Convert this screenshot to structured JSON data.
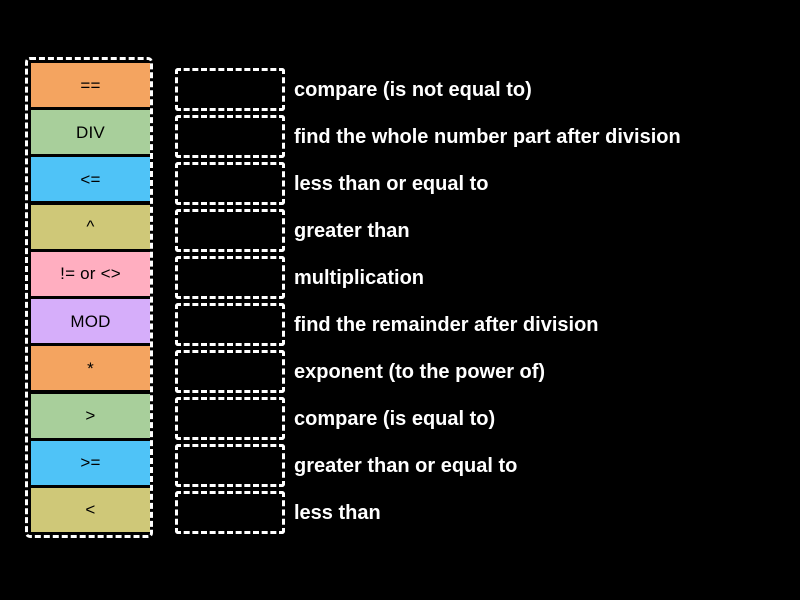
{
  "background_color": "#000000",
  "tile_stack": {
    "name": "draggable-answer-tiles",
    "border_color": "#ffffff",
    "tiles": [
      {
        "label": "==",
        "color": "#f4a460"
      },
      {
        "label": "DIV",
        "color": "#a8cf9b"
      },
      {
        "label": "<=",
        "color": "#4fc3f7"
      },
      {
        "label": "^",
        "color": "#cfc878"
      },
      {
        "label": "!= or <>",
        "color": "#ffaec0"
      },
      {
        "label": "MOD",
        "color": "#d6aefa"
      },
      {
        "label": "*",
        "color": "#f4a460"
      },
      {
        "label": ">",
        "color": "#a8cf9b"
      },
      {
        "label": ">=",
        "color": "#4fc3f7"
      },
      {
        "label": "<",
        "color": "#cfc878"
      }
    ]
  },
  "answers": {
    "drop_zone_placeholder": "",
    "rows": [
      {
        "label": "compare (is not equal to)"
      },
      {
        "label": "find the whole number part after division"
      },
      {
        "label": "less than or equal to"
      },
      {
        "label": "greater than"
      },
      {
        "label": "multiplication"
      },
      {
        "label": "find the remainder after division"
      },
      {
        "label": "exponent (to the power of)"
      },
      {
        "label": "compare (is equal to)"
      },
      {
        "label": "greater than or equal to"
      },
      {
        "label": "less than"
      }
    ]
  }
}
